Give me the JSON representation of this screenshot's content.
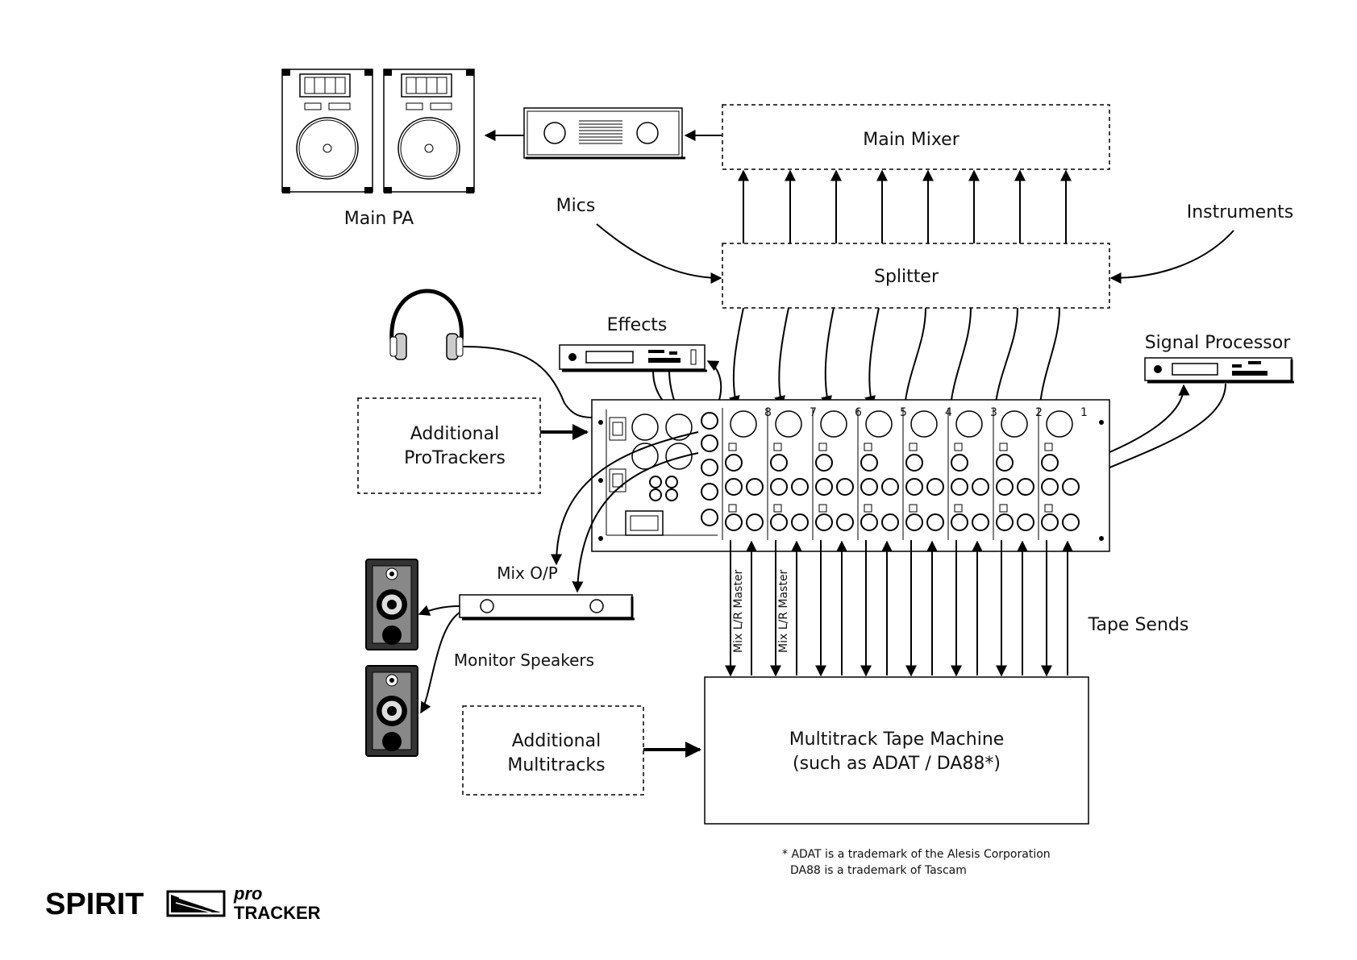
{
  "labels": {
    "main_pa": "Main PA",
    "mics": "Mics",
    "main_mixer": "Main Mixer",
    "splitter": "Splitter",
    "instruments": "Instruments",
    "effects": "Effects",
    "signal_processor": "Signal Processor",
    "additional_protrackers_line1": "Additional",
    "additional_protrackers_line2": "ProTrackers",
    "mix_op": "Mix O/P",
    "monitor_speakers": "Monitor Speakers",
    "mix_lr_master_1": "Mix L/R Master",
    "mix_lr_master_2": "Mix L/R Master",
    "tape_sends": "Tape Sends",
    "additional_multitracks_line1": "Additional",
    "additional_multitracks_line2": "Multitracks",
    "multitrack_line1": "Multitrack Tape Machine",
    "multitrack_line2": "(such as ADAT / DA88*)"
  },
  "footnote": {
    "line1": "* ADAT is a trademark of the Alesis Corporation",
    "line2": "DA88 is a trademark of Tascam"
  },
  "brand": {
    "name": "SPIRIT",
    "product_top": "pro",
    "product_bottom": "TRACKER"
  },
  "channel_numbers": [
    "8",
    "7",
    "6",
    "5",
    "4",
    "3",
    "2",
    "1"
  ]
}
